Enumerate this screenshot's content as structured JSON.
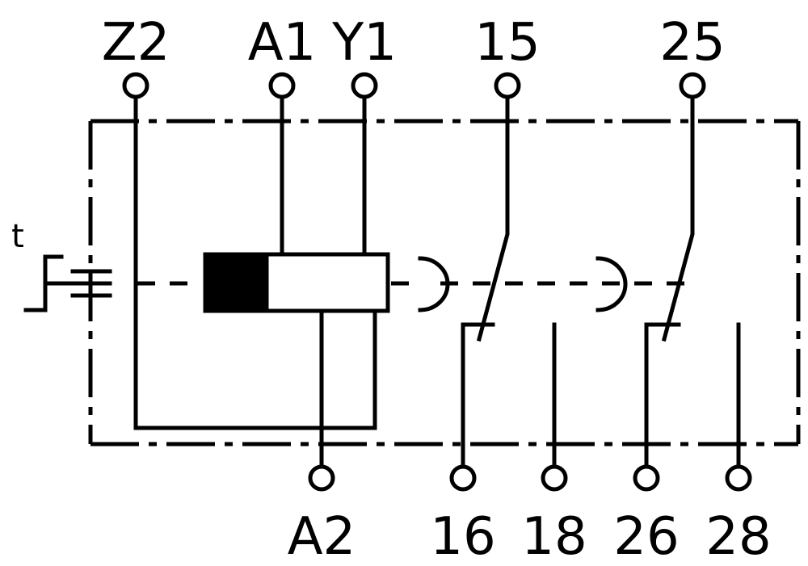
{
  "terminals": {
    "top": [
      "Z2",
      "A1",
      "Y1",
      "15",
      "25"
    ],
    "bottom": [
      "A2",
      "16",
      "18",
      "26",
      "28"
    ]
  },
  "timing_mark": "t",
  "colors": {
    "stroke": "#000000",
    "background": "#ffffff",
    "coil_fill": "#000000"
  }
}
